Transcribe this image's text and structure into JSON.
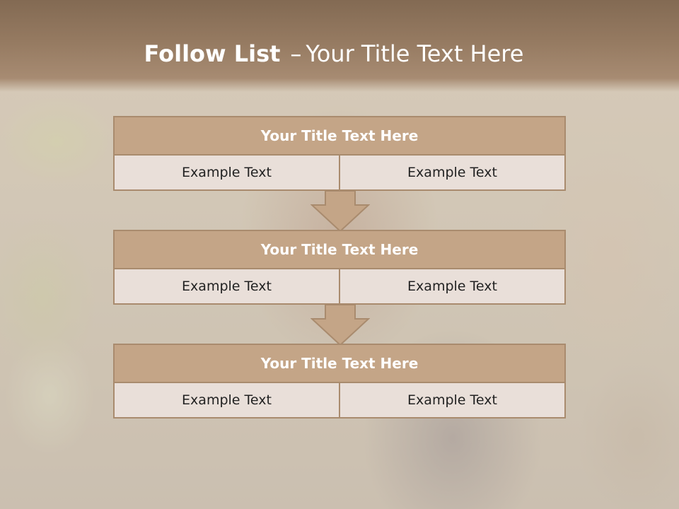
{
  "slide": {
    "title_bold": "Follow List",
    "title_dash": "–",
    "title_rest": "Your Title Text Here"
  },
  "blocks": [
    {
      "title": "Your Title Text Here",
      "left": "Example Text",
      "right": "Example Text"
    },
    {
      "title": "Your Title Text Here",
      "left": "Example Text",
      "right": "Example Text"
    },
    {
      "title": "Your Title Text Here",
      "left": "Example Text",
      "right": "Example Text"
    }
  ],
  "colors": {
    "header_band": "#8f7459",
    "block_header": "#c4a587",
    "block_border": "#a98b6e",
    "cell_fill": "#e9dfd9",
    "arrow_fill": "#c4a587"
  },
  "icons": {
    "down_arrow": "down-arrow-icon"
  }
}
